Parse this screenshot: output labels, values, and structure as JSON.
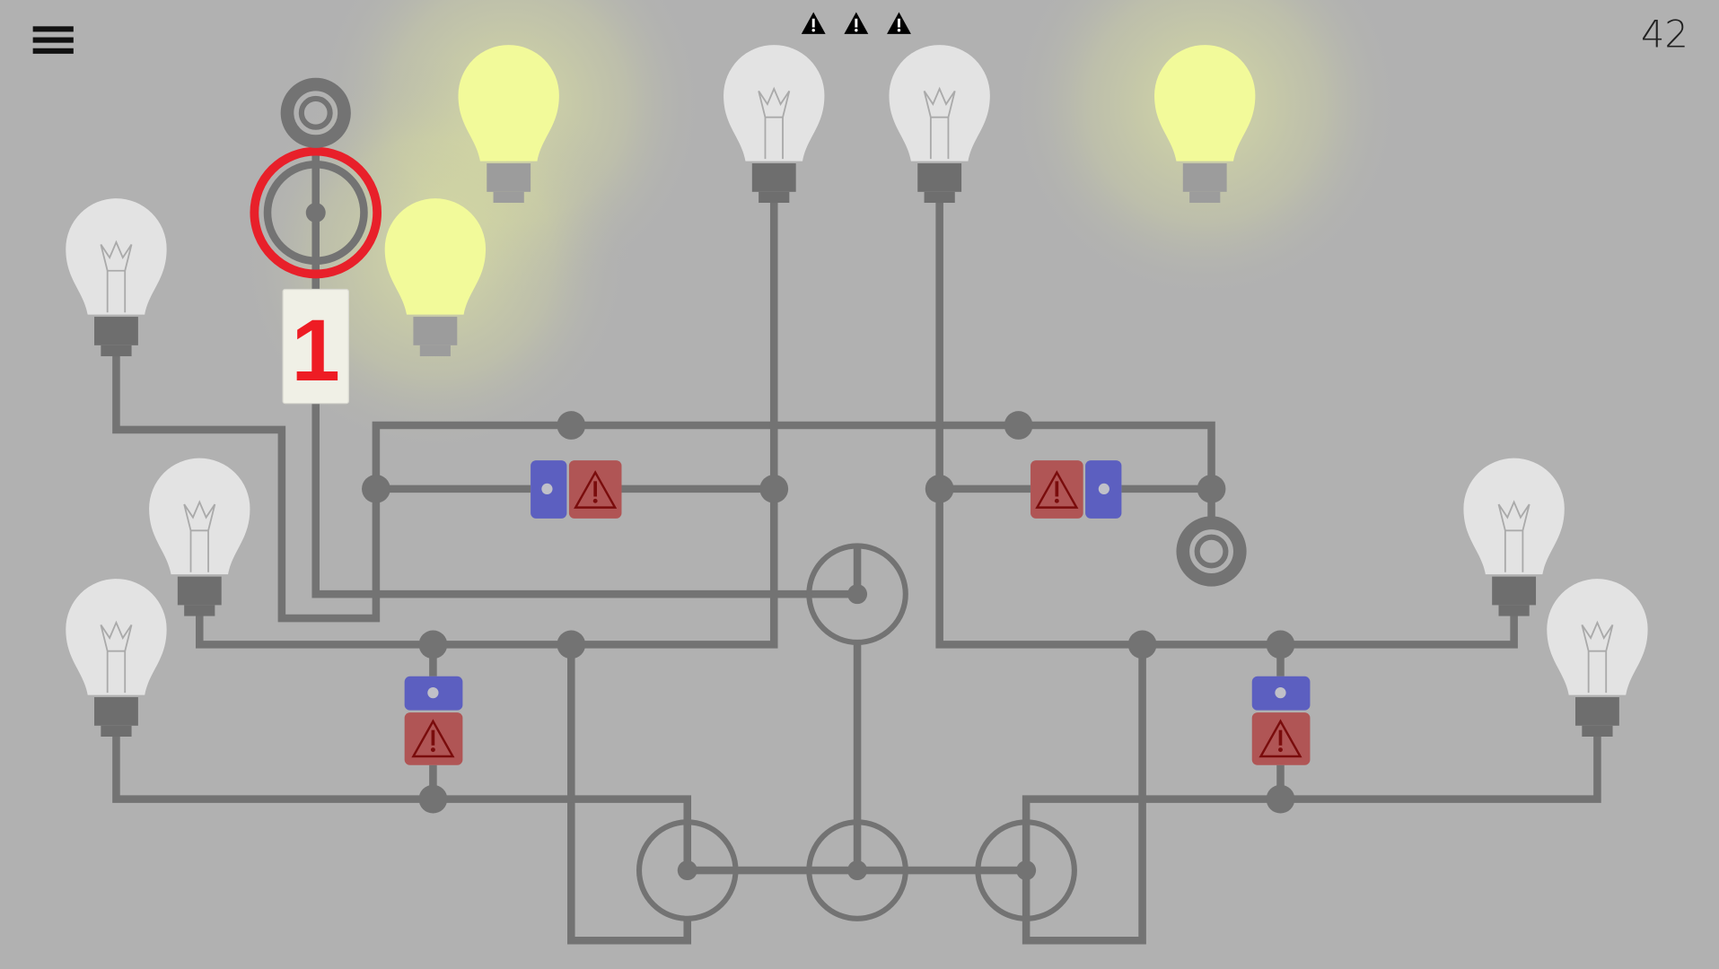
{
  "header": {
    "menu_icon": "hamburger-menu-icon",
    "score": "42",
    "warnings": [
      "warning-icon",
      "warning-icon",
      "warning-icon"
    ]
  },
  "colors": {
    "background": "#b1b1b1",
    "wire": "#737373",
    "lit": "#f2fa9a",
    "selected": "#e8202a",
    "switch_blue": "#5c5fc0",
    "switch_red": "#b05555"
  },
  "selected_label": "1",
  "bulbs": [
    {
      "id": "bulb-1",
      "lit": true
    },
    {
      "id": "bulb-2",
      "lit": true
    },
    {
      "id": "bulb-3",
      "lit": true
    },
    {
      "id": "bulb-4",
      "lit": false
    },
    {
      "id": "bulb-5",
      "lit": false
    },
    {
      "id": "bulb-6",
      "lit": false
    },
    {
      "id": "bulb-7",
      "lit": false
    },
    {
      "id": "bulb-8",
      "lit": false
    },
    {
      "id": "bulb-9",
      "lit": false
    },
    {
      "id": "bulb-10",
      "lit": false
    }
  ]
}
